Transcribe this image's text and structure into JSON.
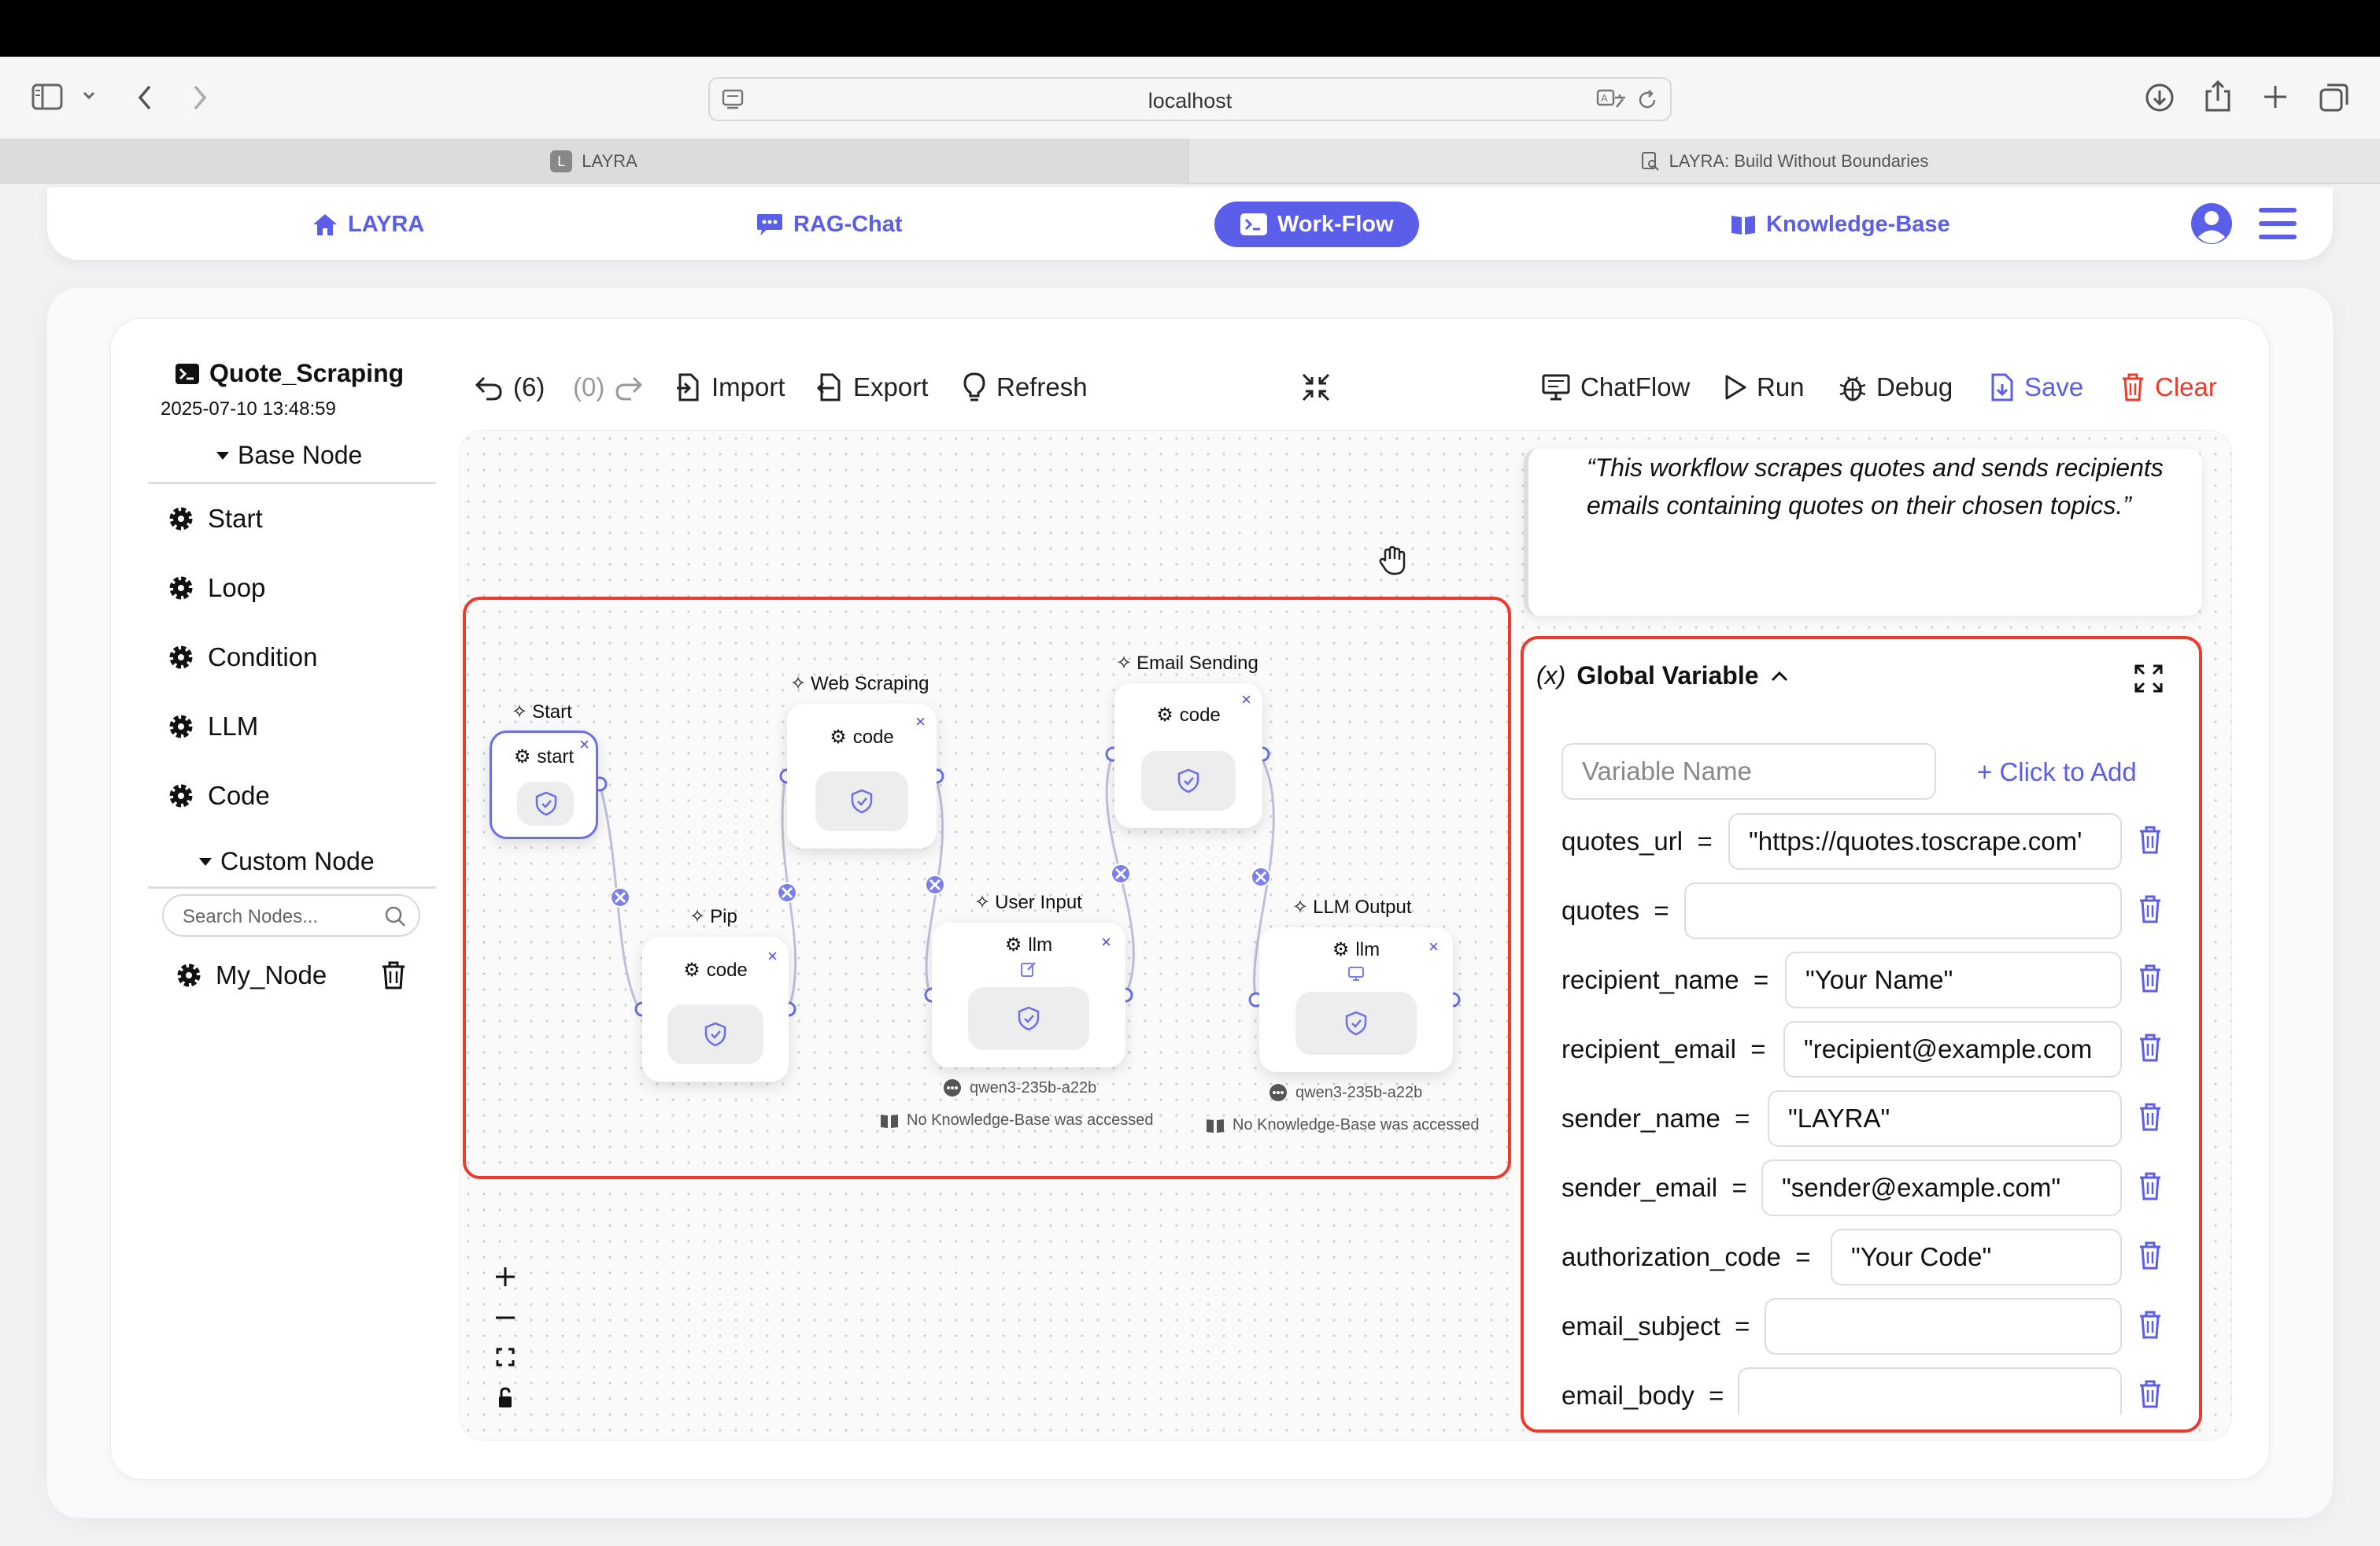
{
  "browser": {
    "url": "localhost",
    "tabs": [
      {
        "badge": "L",
        "title": "LAYRA"
      },
      {
        "title": "LAYRA: Build Without Boundaries"
      }
    ]
  },
  "nav": {
    "items": [
      {
        "label": "LAYRA",
        "icon": "home-icon"
      },
      {
        "label": "RAG-Chat",
        "icon": "chat-icon"
      },
      {
        "label": "Work-Flow",
        "icon": "terminal-icon",
        "active": true
      },
      {
        "label": "Knowledge-Base",
        "icon": "book-icon"
      }
    ]
  },
  "workflow": {
    "name": "Quote_Scraping",
    "timestamp": "2025-07-10 13:48:59"
  },
  "sidebar": {
    "base_section": "Base Node",
    "base_nodes": [
      "Start",
      "Loop",
      "Condition",
      "LLM",
      "Code"
    ],
    "custom_section": "Custom Node",
    "search_placeholder": "Search Nodes...",
    "custom_nodes": [
      "My_Node"
    ]
  },
  "toolbar": {
    "undo_count": "(6)",
    "redo_count": "(0)",
    "import": "Import",
    "export": "Export",
    "refresh": "Refresh",
    "chatflow": "ChatFlow",
    "run": "Run",
    "debug": "Debug",
    "save": "Save",
    "clear": "Clear"
  },
  "description": "“This workflow scrapes quotes and sends recipients emails containing quotes on their chosen topics.”",
  "nodes": {
    "start": {
      "title": "Start",
      "tag": "start"
    },
    "pip": {
      "title": "Pip",
      "tag": "code"
    },
    "web_scraping": {
      "title": "Web Scraping",
      "tag": "code"
    },
    "user_input": {
      "title": "User Input",
      "tag": "llm",
      "model": "qwen3-235b-a22b",
      "kb": "No Knowledge-Base was accessed"
    },
    "email_sending": {
      "title": "Email Sending",
      "tag": "code"
    },
    "llm_output": {
      "title": "LLM Output",
      "tag": "llm",
      "model": "qwen3-235b-a22b",
      "kb": "No Knowledge-Base was accessed"
    }
  },
  "global_vars": {
    "title": "Global Variable",
    "name_placeholder": "Variable Name",
    "add_label": "+ Click to Add",
    "vars": [
      {
        "name": "quotes_url",
        "value": "\"https://quotes.toscrape.com'"
      },
      {
        "name": "quotes",
        "value": ""
      },
      {
        "name": "recipient_name",
        "value": "\"Your Name\""
      },
      {
        "name": "recipient_email",
        "value": "\"recipient@example.com"
      },
      {
        "name": "sender_name",
        "value": "\"LAYRA\""
      },
      {
        "name": "sender_email",
        "value": "\"sender@example.com\""
      },
      {
        "name": "authorization_code",
        "value": "\"Your Code\""
      },
      {
        "name": "email_subject",
        "value": ""
      },
      {
        "name": "email_body",
        "value": ""
      }
    ]
  },
  "colors": {
    "accent": "#5b5ee8",
    "danger": "#ee3a2a"
  }
}
